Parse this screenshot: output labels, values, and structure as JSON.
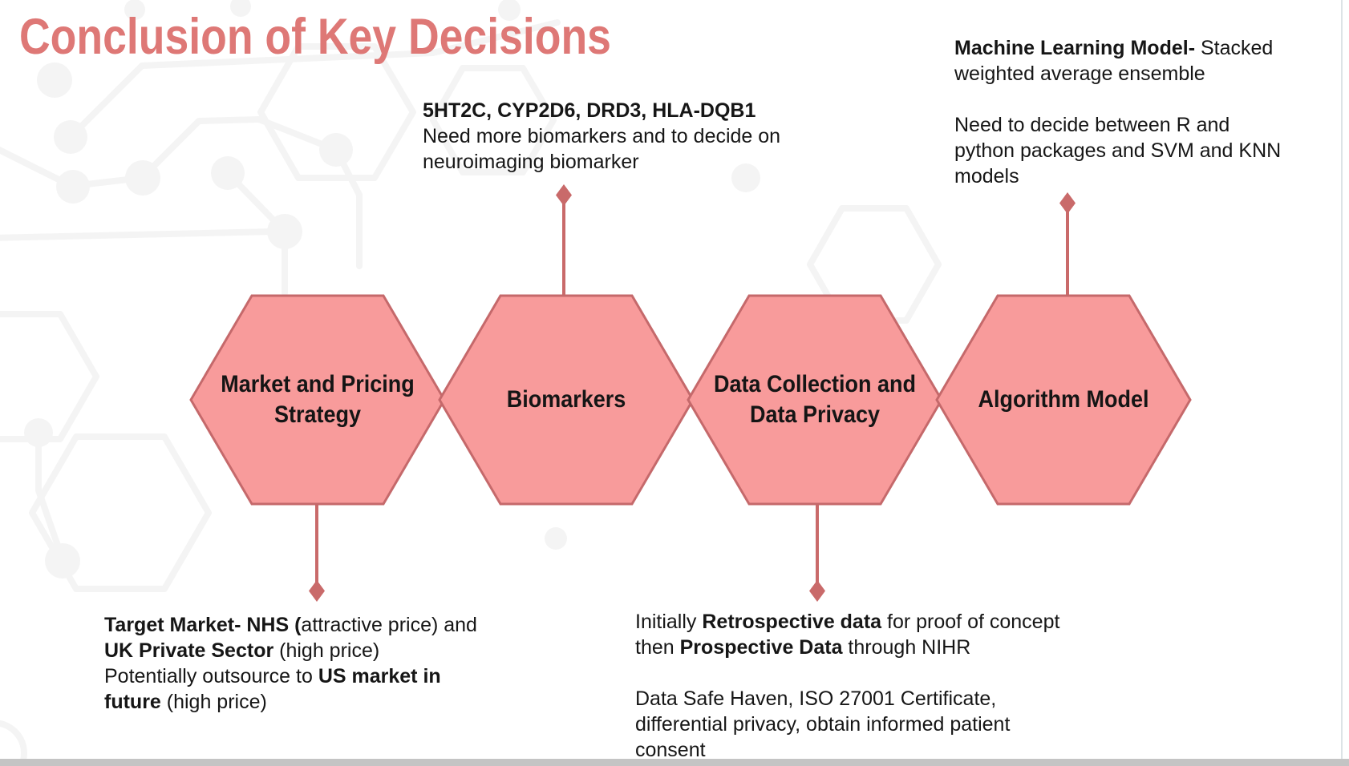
{
  "title": "Conclusion of Key Decisions",
  "colors": {
    "accent": "#DE7876",
    "hex-fill": "#F89B9B",
    "hex-stroke": "#C5696B",
    "connector": "#C96A6A",
    "text": "#161616",
    "pattern": "#F4F4F4",
    "bottom-bar": "#C4C4C4",
    "edge-line": "#DDE3E6"
  },
  "hexagons": [
    {
      "label": "Market and Pricing Strategy"
    },
    {
      "label": "Biomarkers"
    },
    {
      "label": "Data Collection and Data Privacy"
    },
    {
      "label": "Algorithm Model"
    }
  ],
  "notes": {
    "biomarkers": [
      {
        "text": "5HT2C, CYP2D6, DRD3, HLA-DQB1",
        "bold": true
      },
      {
        "br": true
      },
      {
        "text": "Need more biomarkers and to decide on"
      },
      {
        "br": true
      },
      {
        "text": "neuroimaging biomarker"
      }
    ],
    "machine_learning": [
      {
        "text": "Machine Learning Model-",
        "bold": true
      },
      {
        "text": " Stacked"
      },
      {
        "br": true
      },
      {
        "text": "weighted average ensemble"
      },
      {
        "br": true
      },
      {
        "br": true
      },
      {
        "text": "Need to decide between R and"
      },
      {
        "br": true
      },
      {
        "text": "python packages and SVM and KNN"
      },
      {
        "br": true
      },
      {
        "text": "models"
      }
    ],
    "market": [
      {
        "text": "Target Market- NHS (",
        "bold": true
      },
      {
        "text": "attractive price) and"
      },
      {
        "br": true
      },
      {
        "text": "UK Private Sector",
        "bold": true
      },
      {
        "text": " (high price)"
      },
      {
        "br": true
      },
      {
        "text": "Potentially outsource to "
      },
      {
        "text": "US market in",
        "bold": true
      },
      {
        "br": true
      },
      {
        "text": "future",
        "bold": true
      },
      {
        "text": " (high price)"
      }
    ],
    "data_privacy": [
      {
        "text": "Initially "
      },
      {
        "text": "Retrospective data",
        "bold": true
      },
      {
        "text": " for proof of concept"
      },
      {
        "br": true
      },
      {
        "text": "then "
      },
      {
        "text": "Prospective Data",
        "bold": true
      },
      {
        "text": " through NIHR"
      },
      {
        "br": true
      },
      {
        "br": true
      },
      {
        "text": "Data Safe Haven, ISO 27001 Certificate,"
      },
      {
        "br": true
      },
      {
        "text": "differential privacy, obtain informed patient"
      },
      {
        "br": true
      },
      {
        "text": "consent"
      }
    ]
  }
}
